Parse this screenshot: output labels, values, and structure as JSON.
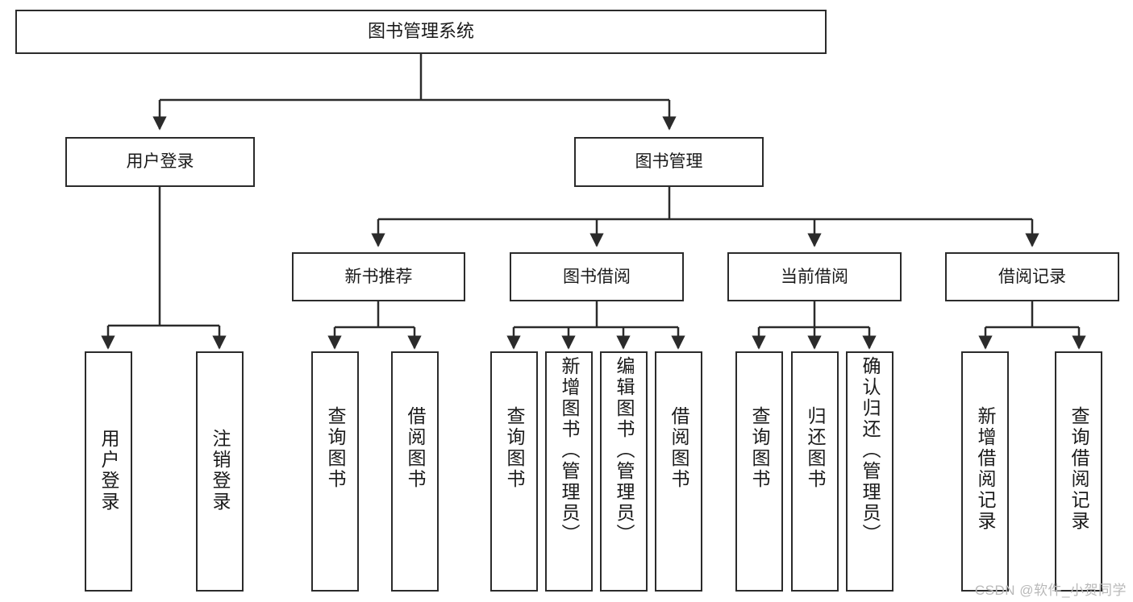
{
  "diagram": {
    "title": "图书管理系统",
    "watermark": "CSDN @软件_小贺同学",
    "root": {
      "label": "图书管理系统"
    },
    "level1": [
      {
        "label": "用户登录"
      },
      {
        "label": "图书管理"
      }
    ],
    "level2": [
      {
        "label": "新书推荐"
      },
      {
        "label": "图书借阅"
      },
      {
        "label": "当前借阅"
      },
      {
        "label": "借阅记录"
      }
    ],
    "leaves": [
      {
        "label": "用户登录",
        "parent": "用户登录"
      },
      {
        "label": "注销登录",
        "parent": "用户登录"
      },
      {
        "label": "查询图书",
        "parent": "新书推荐"
      },
      {
        "label": "借阅图书",
        "parent": "新书推荐"
      },
      {
        "label": "查询图书",
        "parent": "图书借阅"
      },
      {
        "label": "新增图书（管理员）",
        "parent": "图书借阅"
      },
      {
        "label": "编辑图书（管理员）",
        "parent": "图书借阅"
      },
      {
        "label": "借阅图书",
        "parent": "图书借阅"
      },
      {
        "label": "查询图书",
        "parent": "当前借阅"
      },
      {
        "label": "归还图书",
        "parent": "当前借阅"
      },
      {
        "label": "确认归还（管理员）",
        "parent": "当前借阅"
      },
      {
        "label": "新增借阅记录",
        "parent": "借阅记录"
      },
      {
        "label": "查询借阅记录",
        "parent": "借阅记录"
      }
    ],
    "colors": {
      "stroke": "#2b2b2b",
      "fill": "#ffffff",
      "text": "#1a1a1a",
      "watermark": "#b9b9b9"
    }
  }
}
